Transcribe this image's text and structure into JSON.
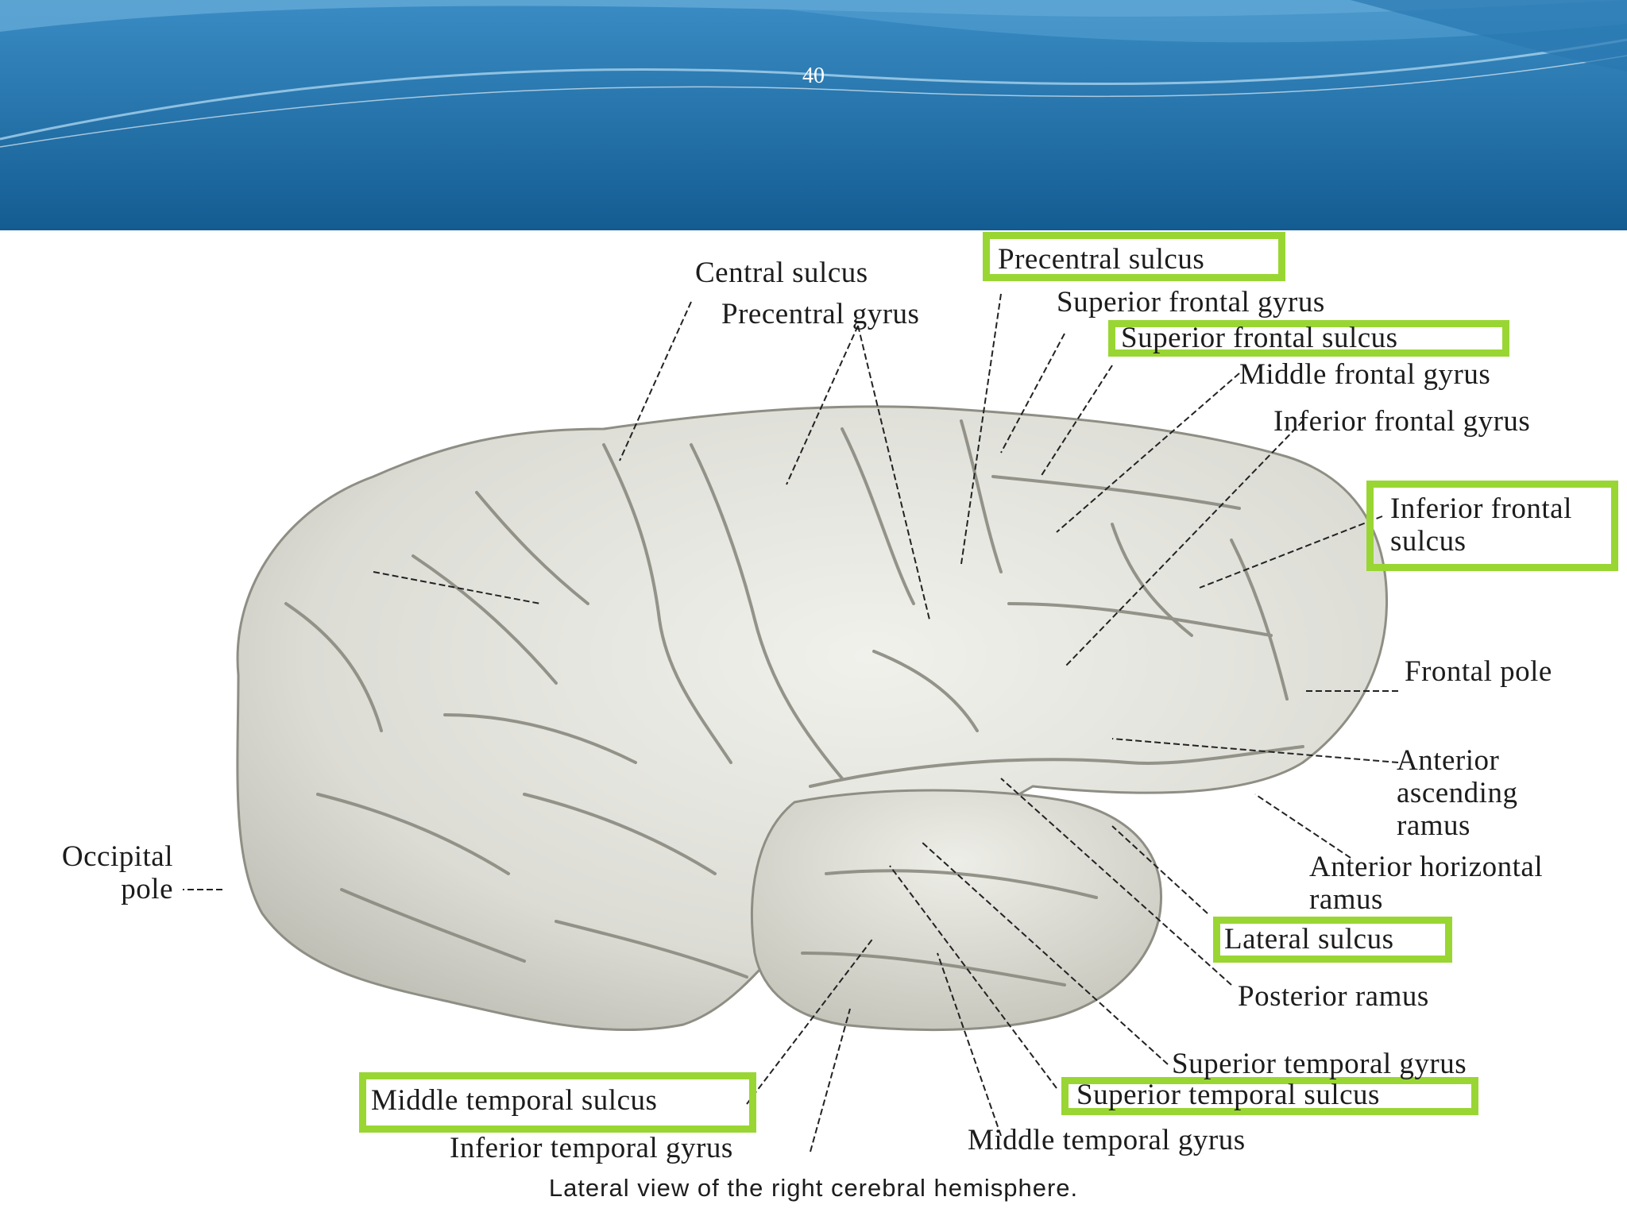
{
  "slide": {
    "number": "40",
    "header_color": "#1d6aa0",
    "highlight_color": "#99d633"
  },
  "diagram": {
    "caption": "Lateral view of the right cerebral hemisphere.",
    "labels": {
      "central_sulcus": "Central sulcus",
      "precentral_gyrus": "Precentral gyrus",
      "precentral_sulcus": "Precentral sulcus",
      "superior_frontal_gyrus": "Superior frontal gyrus",
      "superior_frontal_sulcus": "Superior frontal sulcus",
      "middle_frontal_gyrus": "Middle frontal gyrus",
      "inferior_frontal_gyrus": "Inferior frontal gyrus",
      "inferior_frontal_sulcus": "Inferior frontal sulcus",
      "frontal_pole": "Frontal pole",
      "anterior_ascending_ramus": "Anterior ascending ramus",
      "anterior_horizontal_ramus": "Anterior horizontal ramus",
      "lateral_sulcus": "Lateral sulcus",
      "posterior_ramus": "Posterior ramus",
      "superior_temporal_gyrus": "Superior temporal gyrus",
      "superior_temporal_sulcus": "Superior temporal sulcus",
      "middle_temporal_gyrus": "Middle temporal gyrus",
      "middle_temporal_sulcus": "Middle temporal sulcus",
      "inferior_temporal_gyrus": "Inferior temporal gyrus",
      "occipital_pole": "Occipital pole"
    },
    "highlighted": [
      "precentral_sulcus",
      "superior_frontal_sulcus",
      "inferior_frontal_sulcus",
      "lateral_sulcus",
      "superior_temporal_sulcus",
      "middle_temporal_sulcus"
    ]
  }
}
